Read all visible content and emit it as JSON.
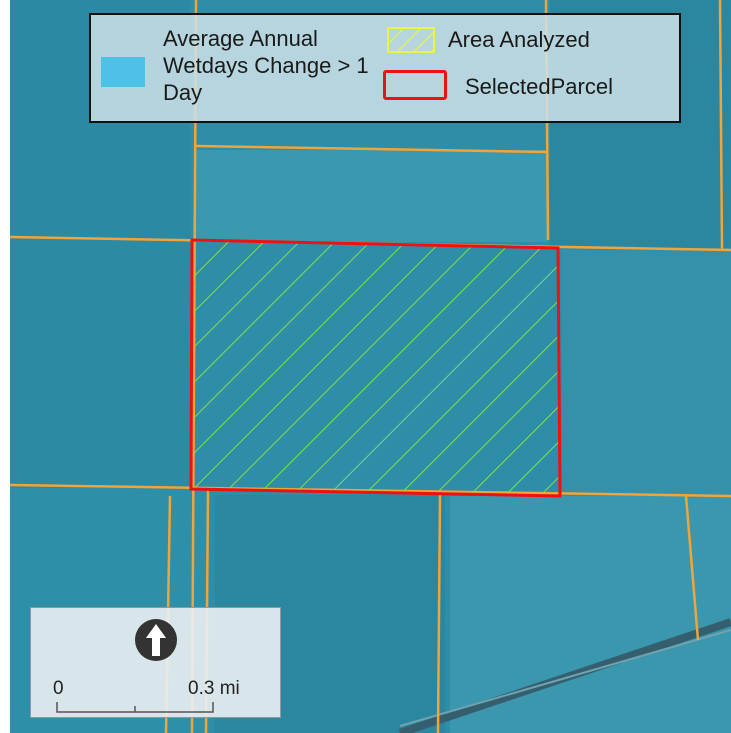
{
  "legend": {
    "items": [
      {
        "label": "Average Annual Wetdays Change > 1 Day",
        "color": "#4fc1e6",
        "symbol": "fill"
      },
      {
        "label": "Area Analyzed",
        "color": "#e8f542",
        "symbol": "hatch"
      },
      {
        "label": "SelectedParcel",
        "color": "#ee1111",
        "symbol": "outline"
      }
    ]
  },
  "scale": {
    "start_label": "0",
    "end_label": "0.3 mi"
  },
  "icons": {
    "north": "north-arrow-icon"
  },
  "colors": {
    "water_overlay": "#3d9fb5",
    "parcel_lines": "#f0a43a",
    "hatch": "#7ee04a",
    "parcel_outline": "#ee1111"
  }
}
